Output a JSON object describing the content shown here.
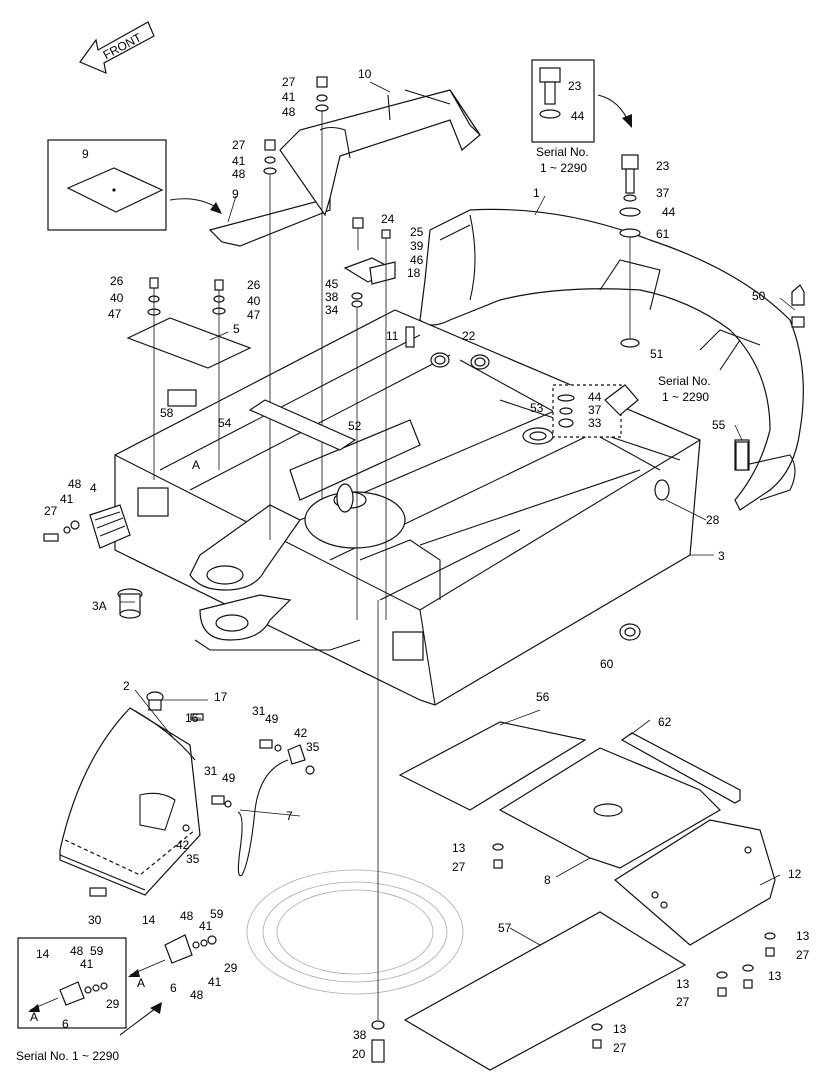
{
  "front_label": "FRONT",
  "section_view_letter": "A",
  "callouts": {
    "c1": "1",
    "c2": "2",
    "c3": "3",
    "c3A": "3A",
    "c4": "4",
    "c5": "5",
    "c6": "6",
    "c6b": "6",
    "c7": "7",
    "c8": "8",
    "c9": "9",
    "c9b": "9",
    "c10": "10",
    "c11": "11",
    "c12": "12",
    "c13a": "13",
    "c13b": "13",
    "c13c": "13",
    "c13d": "13",
    "c13e": "13",
    "c14": "14",
    "c14b": "14",
    "c16": "16",
    "c17": "17",
    "c18": "18",
    "c20": "20",
    "c22": "22",
    "c23": "23",
    "c23b": "23",
    "c24": "24",
    "c25": "25",
    "c26": "26",
    "c26b": "26",
    "c27a": "27",
    "c27b": "27",
    "c27c": "27",
    "c27d": "27",
    "c27e": "27",
    "c27f": "27",
    "c27g": "27",
    "c28": "28",
    "c29": "29",
    "c29b": "29",
    "c30": "30",
    "c31": "31",
    "c31b": "31",
    "c33": "33",
    "c34": "34",
    "c35": "35",
    "c35b": "35",
    "c37": "37",
    "c37b": "37",
    "c38": "38",
    "c38b": "38",
    "c39": "39",
    "c40": "40",
    "c40b": "40",
    "c41a": "41",
    "c41b": "41",
    "c41c": "41",
    "c41d": "41",
    "c41e": "41",
    "c41f": "41",
    "c42": "42",
    "c42b": "42",
    "c44a": "44",
    "c44b": "44",
    "c44c": "44",
    "c45": "45",
    "c46": "46",
    "c47": "47",
    "c47b": "47",
    "c48a": "48",
    "c48b": "48",
    "c48c": "48",
    "c48d": "48",
    "c48e": "48",
    "c48f": "48",
    "c49": "49",
    "c49b": "49",
    "c50": "50",
    "c51": "51",
    "c52": "52",
    "c53": "53",
    "c54": "54",
    "c55": "55",
    "c56": "56",
    "c57": "57",
    "c58": "58",
    "c59": "59",
    "c59b": "59",
    "c60": "60",
    "c61": "61",
    "c62": "62",
    "cA1": "A",
    "cA2": "A",
    "cA3": "A"
  },
  "serial_notes": {
    "top_line1": "Serial No.",
    "top_line2": "1 ~ 2290",
    "mid_line1": "Serial No.",
    "mid_line2": "1 ~ 2290",
    "bottom": "Serial No. 1 ~ 2290"
  }
}
